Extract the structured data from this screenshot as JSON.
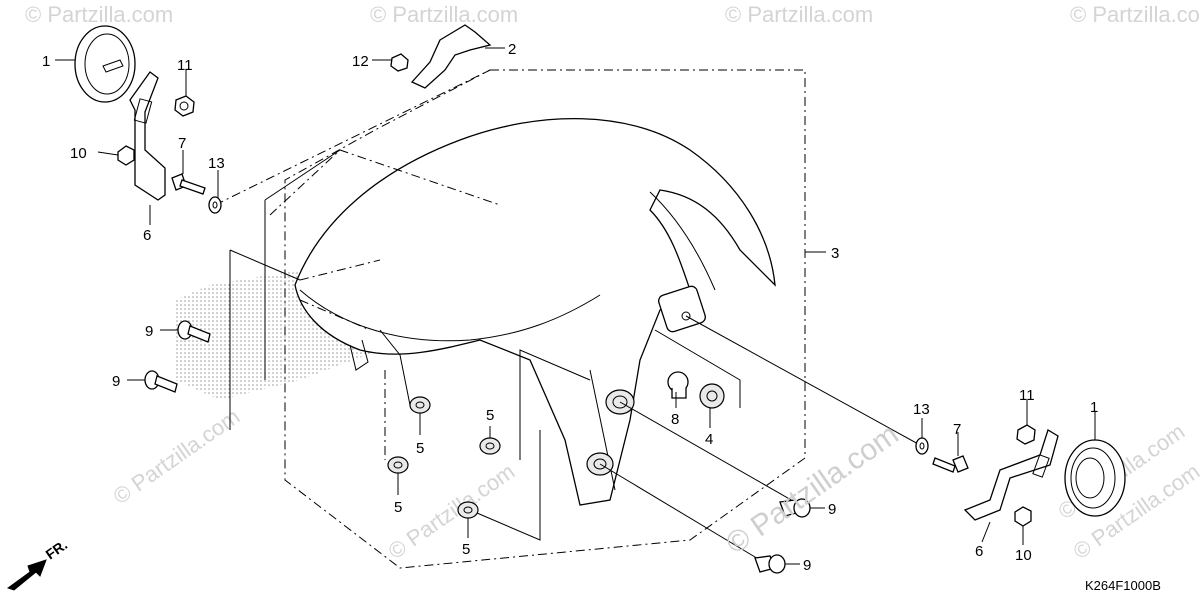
{
  "diagram": {
    "code": "K264F1000B",
    "direction_label": "FR.",
    "watermark_text": "© Partzilla.com",
    "callouts": {
      "c1_left": "1",
      "c1_right": "1",
      "c2": "2",
      "c3": "3",
      "c4": "4",
      "c5_a": "5",
      "c5_b": "5",
      "c5_c": "5",
      "c5_d": "5",
      "c6_left": "6",
      "c6_right": "6",
      "c7_left": "7",
      "c7_right": "7",
      "c8": "8",
      "c9_a": "9",
      "c9_b": "9",
      "c9_c": "9",
      "c9_d": "9",
      "c10_left": "10",
      "c10_right": "10",
      "c11_left": "11",
      "c11_right": "11",
      "c12": "12",
      "c13_left": "13",
      "c13_right": "13"
    }
  }
}
